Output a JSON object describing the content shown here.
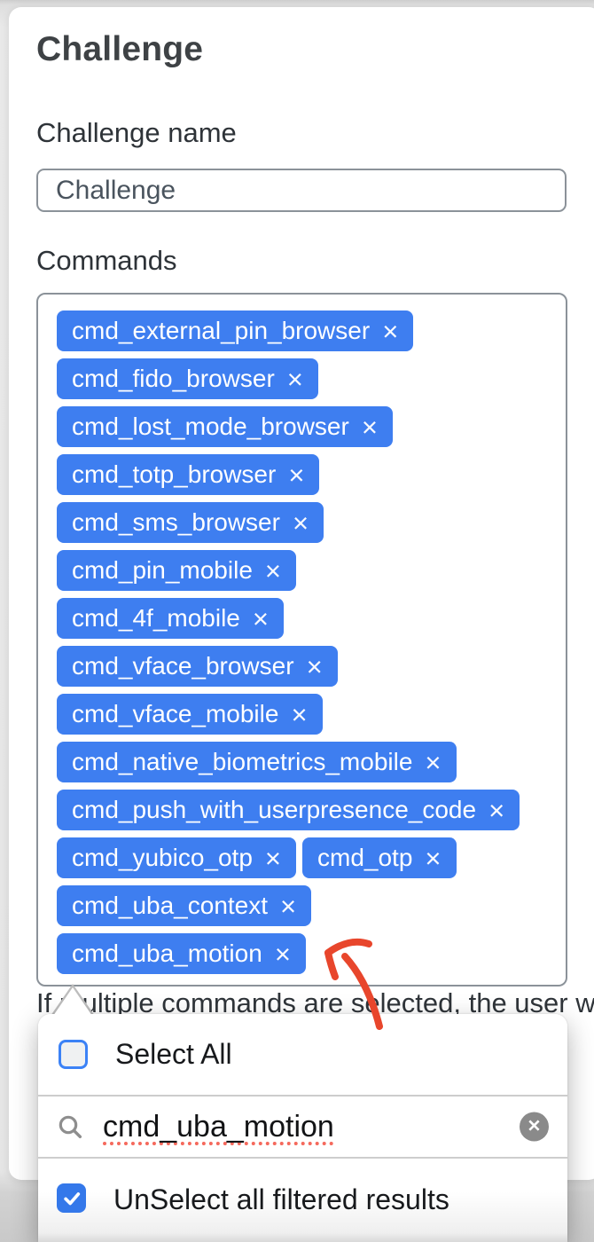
{
  "title": "Challenge",
  "form": {
    "name": {
      "label": "Challenge name",
      "value": "Challenge"
    },
    "commands": {
      "label": "Commands",
      "remove_symbol": "×",
      "rows": [
        [
          "cmd_external_pin_browser"
        ],
        [
          "cmd_fido_browser"
        ],
        [
          "cmd_lost_mode_browser"
        ],
        [
          "cmd_totp_browser"
        ],
        [
          "cmd_sms_browser"
        ],
        [
          "cmd_pin_mobile"
        ],
        [
          "cmd_4f_mobile"
        ],
        [
          "cmd_vface_browser"
        ],
        [
          "cmd_vface_mobile"
        ],
        [
          "cmd_native_biometrics_mobile"
        ],
        [
          "cmd_push_with_userpresence_code"
        ],
        [
          "cmd_yubico_otp",
          "cmd_otp"
        ],
        [
          "cmd_uba_context"
        ],
        [
          "cmd_uba_motion"
        ]
      ]
    },
    "helper_text": "If multiple commands are selected, the user will"
  },
  "dropdown": {
    "select_all": {
      "label": "Select All",
      "checked": false
    },
    "search": {
      "value": "cmd_uba_motion",
      "clear_symbol": "✕"
    },
    "unselect_filtered": {
      "label": "UnSelect all filtered results",
      "checked": true
    }
  },
  "colors": {
    "chip_blue": "#3e7ef0",
    "checkbox_blue": "#3478ea",
    "arrow_red": "#e8462c"
  }
}
